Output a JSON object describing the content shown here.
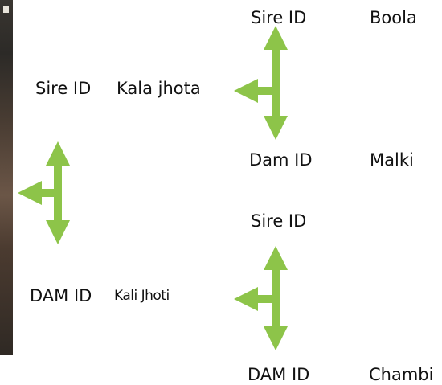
{
  "labels": {
    "sire_top": "Sire ID",
    "sire_top_name": "Boola",
    "sire_left": "Sire ID",
    "sire_left_name": "Kala jhota",
    "dam_top": "Dam ID",
    "dam_top_name": "Malki",
    "sire_bottom": "Sire ID",
    "dam_left": "DAM ID",
    "dam_left_name": "Kali Jhoti",
    "dam_bottom": "DAM ID",
    "dam_bottom_name": "Chambi"
  },
  "colors": {
    "arrow": "#8dc449",
    "text": "#111111"
  },
  "icons": [
    "arrow-connector-icon"
  ]
}
